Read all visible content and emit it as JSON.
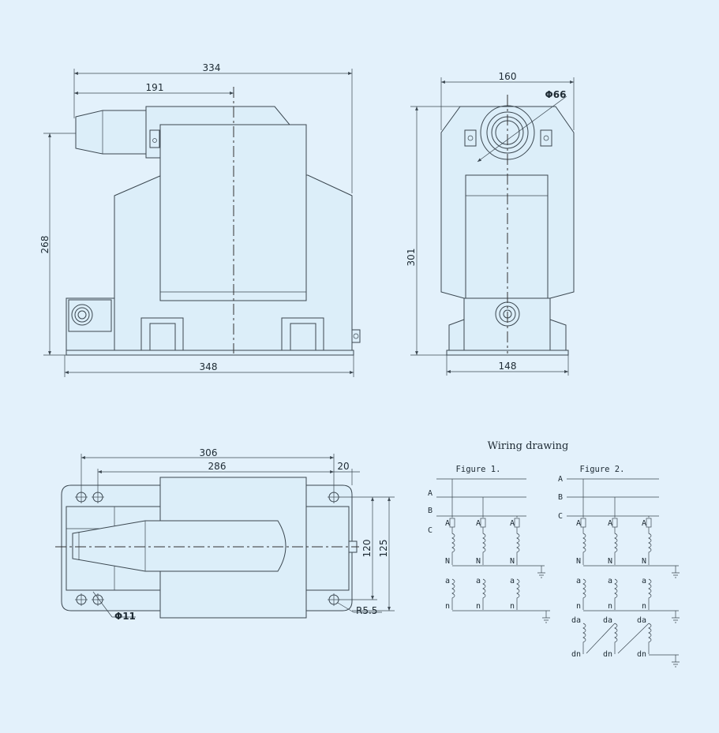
{
  "colors": {
    "background": "#e3f1fb",
    "ink": "#3b4750"
  },
  "front_view": {
    "dim_width_top": "334",
    "dim_width_inner": "191",
    "dim_height": "268",
    "dim_width_base": "348"
  },
  "side_view": {
    "dim_width_top": "160",
    "dim_diameter": "Φ66",
    "dim_height": "301",
    "dim_width_base": "148"
  },
  "top_view": {
    "dim_length": "306",
    "dim_inner": "286",
    "dim_offset": "20",
    "dim_depth_inner": "120",
    "dim_depth": "125",
    "dim_hole": "Φ11",
    "dim_radius": "R5.5"
  },
  "wiring": {
    "title": "Wiring drawing",
    "figure1": {
      "title": "Figure 1.",
      "phases": [
        "A",
        "B",
        "C"
      ],
      "primary_top": "A",
      "primary_bottom": "N",
      "secondary_top": "a",
      "secondary_bottom": "n"
    },
    "figure2": {
      "title": "Figure 2.",
      "phases": [
        "A",
        "B",
        "C"
      ],
      "primary_top": "A",
      "primary_bottom": "N",
      "secondary_top": "a",
      "secondary_bottom": "n",
      "tertiary_top": "da",
      "tertiary_bottom": "dn"
    }
  }
}
